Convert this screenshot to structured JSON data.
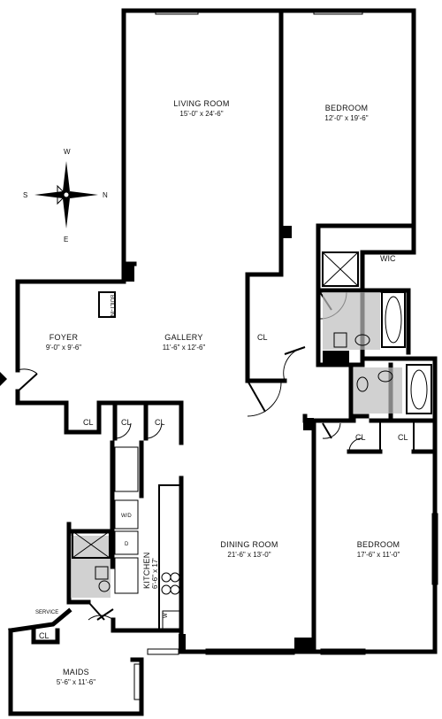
{
  "rooms": {
    "living_room": {
      "name": "LIVING ROOM",
      "dim": "15'-0\" x 24'-6\""
    },
    "bedroom_1": {
      "name": "BEDROOM",
      "dim": "12'-0\" x 19'-6\""
    },
    "foyer": {
      "name": "FOYER",
      "dim": "9'-0\" x 9'-6\""
    },
    "gallery": {
      "name": "GALLERY",
      "dim": "11'-6\" x 12'-6\""
    },
    "kitchen": {
      "name": "KITCHEN",
      "dim": "6'-6\" x 17'"
    },
    "dining_room": {
      "name": "DINING ROOM",
      "dim": "21'-6\" x 13'-0\""
    },
    "bedroom_2": {
      "name": "BEDROOM",
      "dim": "17'-6\" x 11'-0\""
    },
    "maids": {
      "name": "MAIDS",
      "dim": "5'-6\" x 11'-6\""
    }
  },
  "labels": {
    "closet": "CL",
    "wic": "WIC",
    "built_in": "BUILT-IN",
    "service": "SERVICE",
    "wd": "W/D",
    "dishwasher": "D",
    "washer": "W"
  },
  "compass": {
    "north": "N",
    "south": "S",
    "east": "E",
    "west": "W"
  }
}
